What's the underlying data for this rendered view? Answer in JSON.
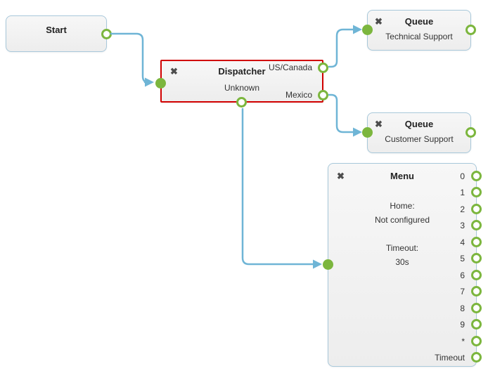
{
  "icons": {
    "close_glyph": "✖"
  },
  "colors": {
    "node_border": "#a8c8da",
    "node_background": "#f2f2f2",
    "selected_border": "#d10000",
    "port_green": "#7cb63e",
    "wire_blue": "#6fb5d6"
  },
  "nodes": {
    "start": {
      "title": "Start"
    },
    "dispatcher": {
      "title": "Dispatcher",
      "subtitle": "Unknown",
      "outputs": [
        "US/Canada",
        "Mexico"
      ],
      "selected": true
    },
    "queue_technical": {
      "title": "Queue",
      "subtitle": "Technical Support"
    },
    "queue_customer": {
      "title": "Queue",
      "subtitle": "Customer Support"
    },
    "menu": {
      "title": "Menu",
      "home_label": "Home:",
      "home_value": "Not configured",
      "timeout_label": "Timeout:",
      "timeout_value": "30s",
      "outputs": [
        "0",
        "1",
        "2",
        "3",
        "4",
        "5",
        "6",
        "7",
        "8",
        "9",
        "*",
        "Timeout"
      ]
    }
  }
}
